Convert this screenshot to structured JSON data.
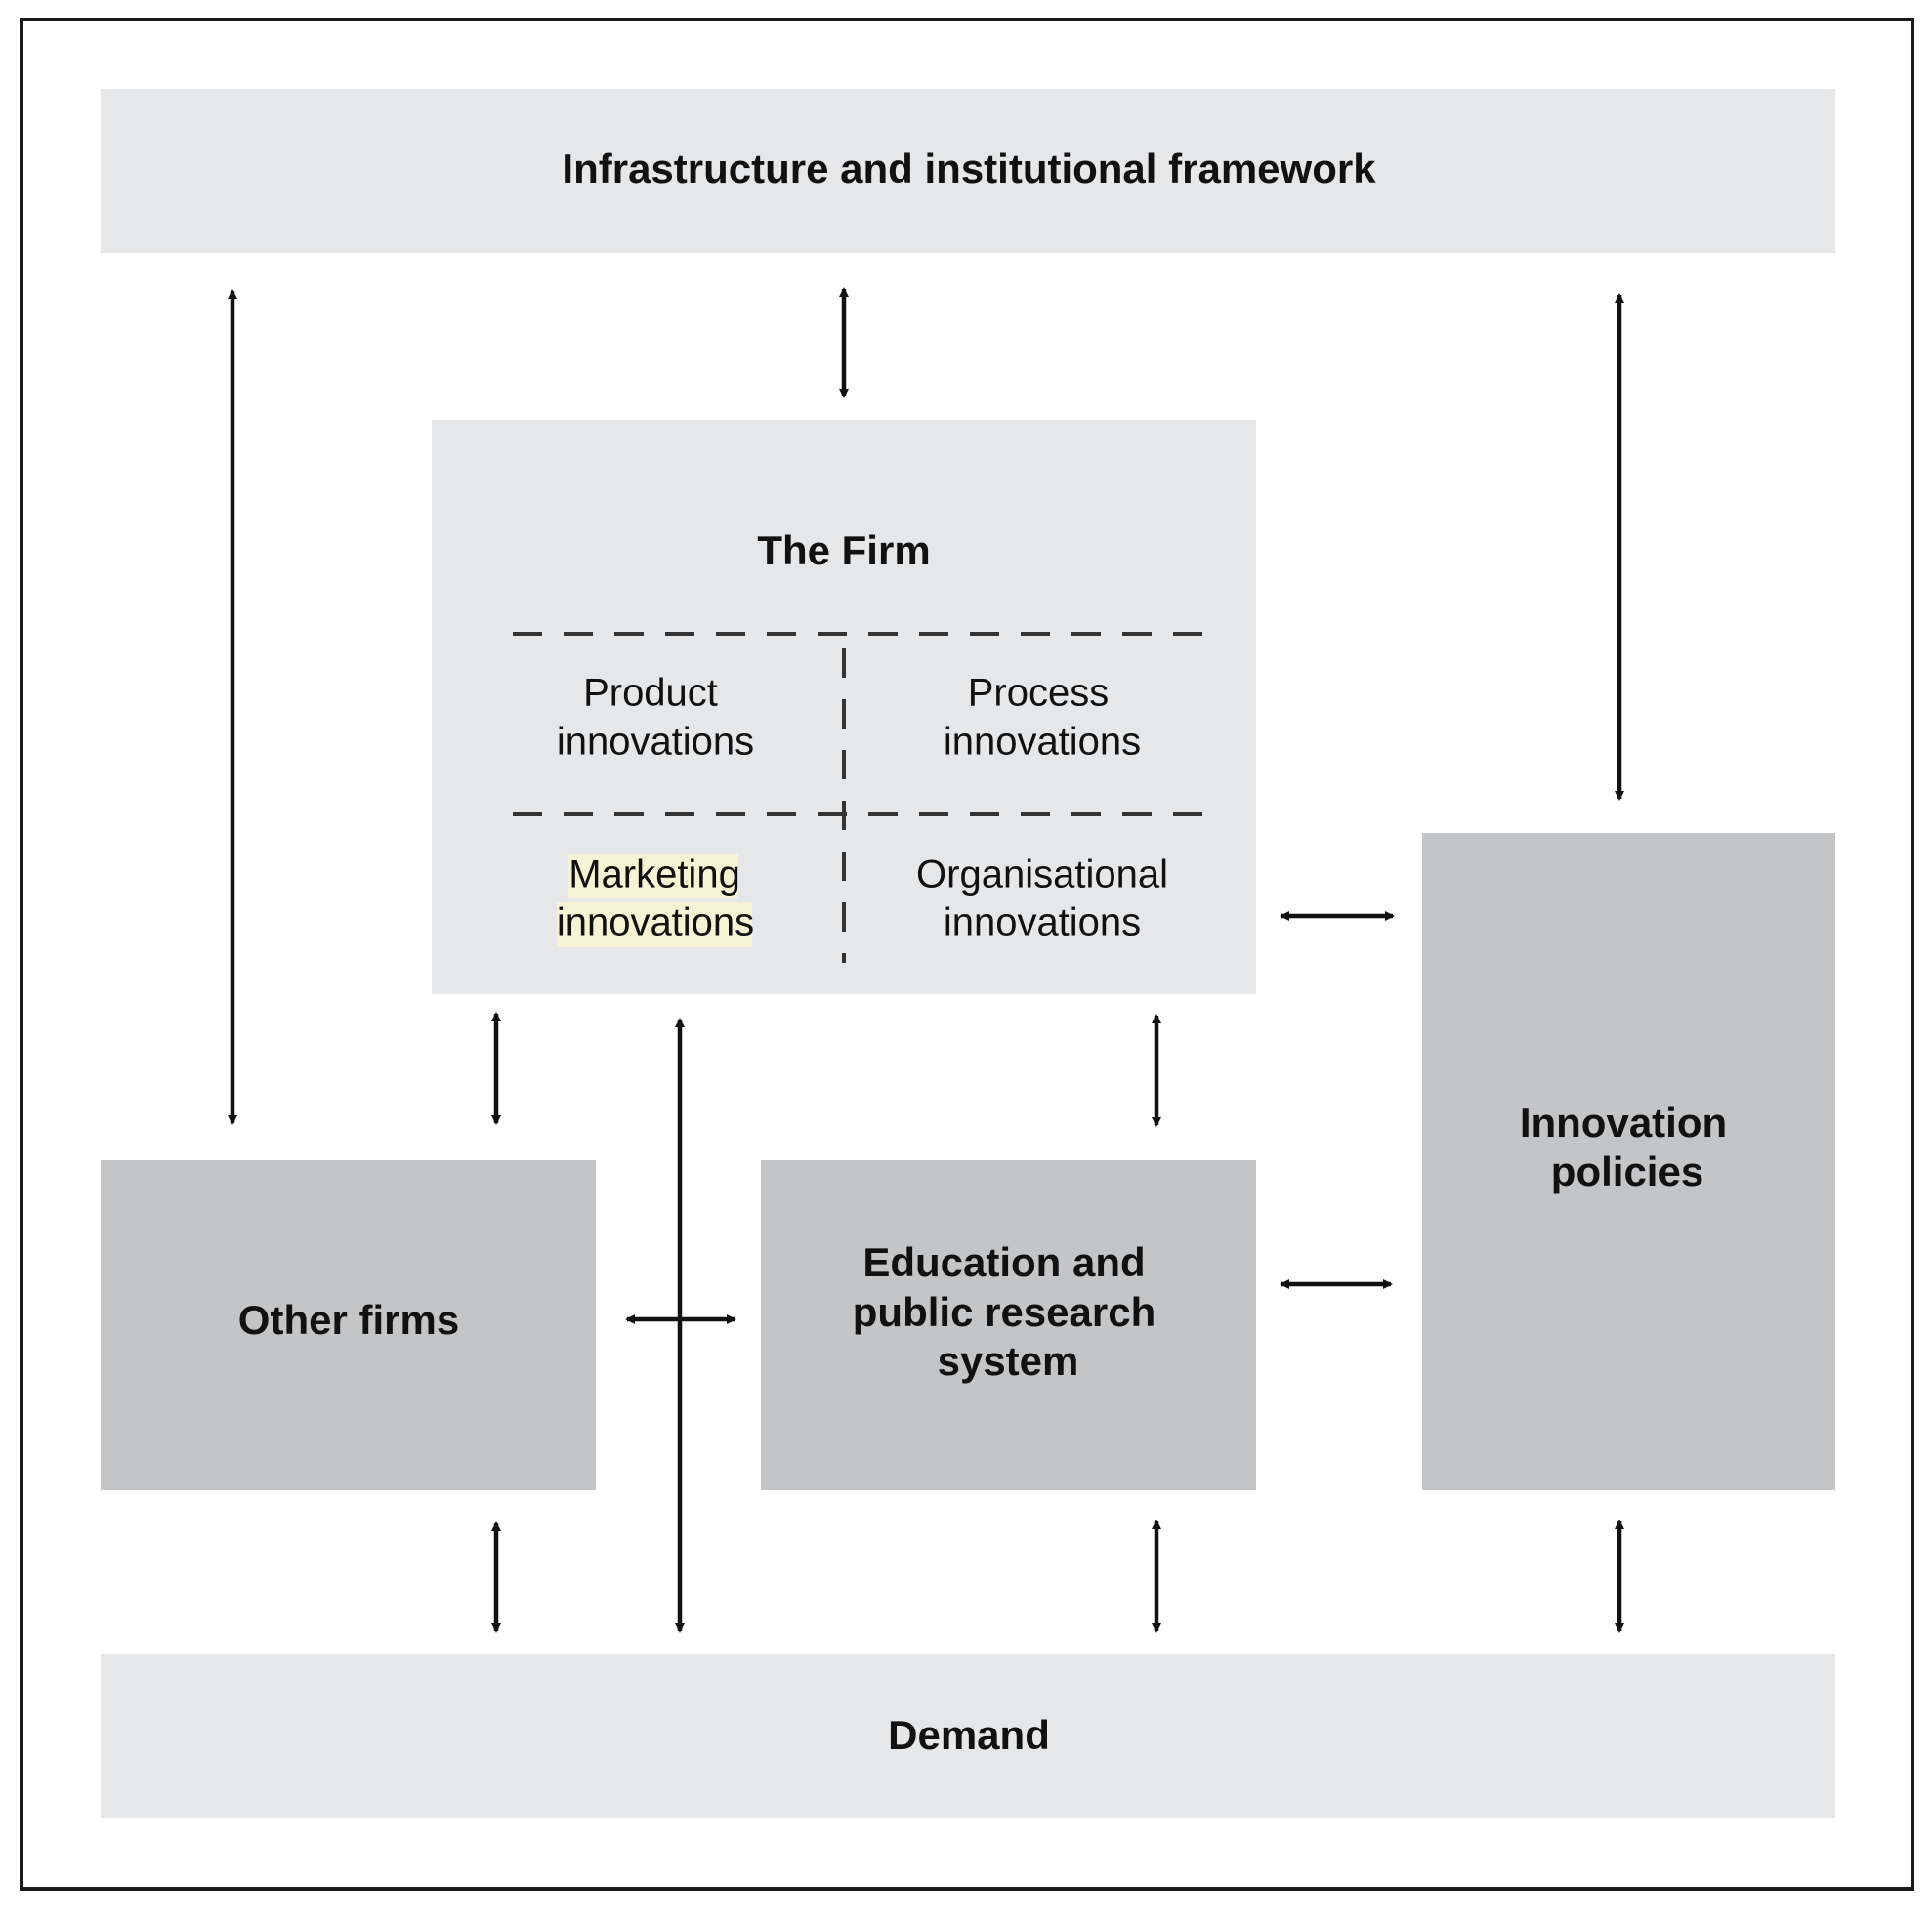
{
  "boxes": {
    "infrastructure": "Infrastructure and institutional framework",
    "firm": "The Firm",
    "product": [
      "Product",
      "innovations"
    ],
    "process": [
      "Process",
      "innovations"
    ],
    "marketing": [
      "Marketing",
      "innovations"
    ],
    "organisational": [
      "Organisational",
      "innovations"
    ],
    "other_firms": "Other firms",
    "education": [
      "Education and",
      "public research",
      "system"
    ],
    "policies": [
      "Innovation",
      "policies"
    ],
    "demand": "Demand"
  },
  "colors": {
    "light_box": "#e6e7e9",
    "dark_box": "#c4c5c7",
    "arrow": "#111111"
  }
}
